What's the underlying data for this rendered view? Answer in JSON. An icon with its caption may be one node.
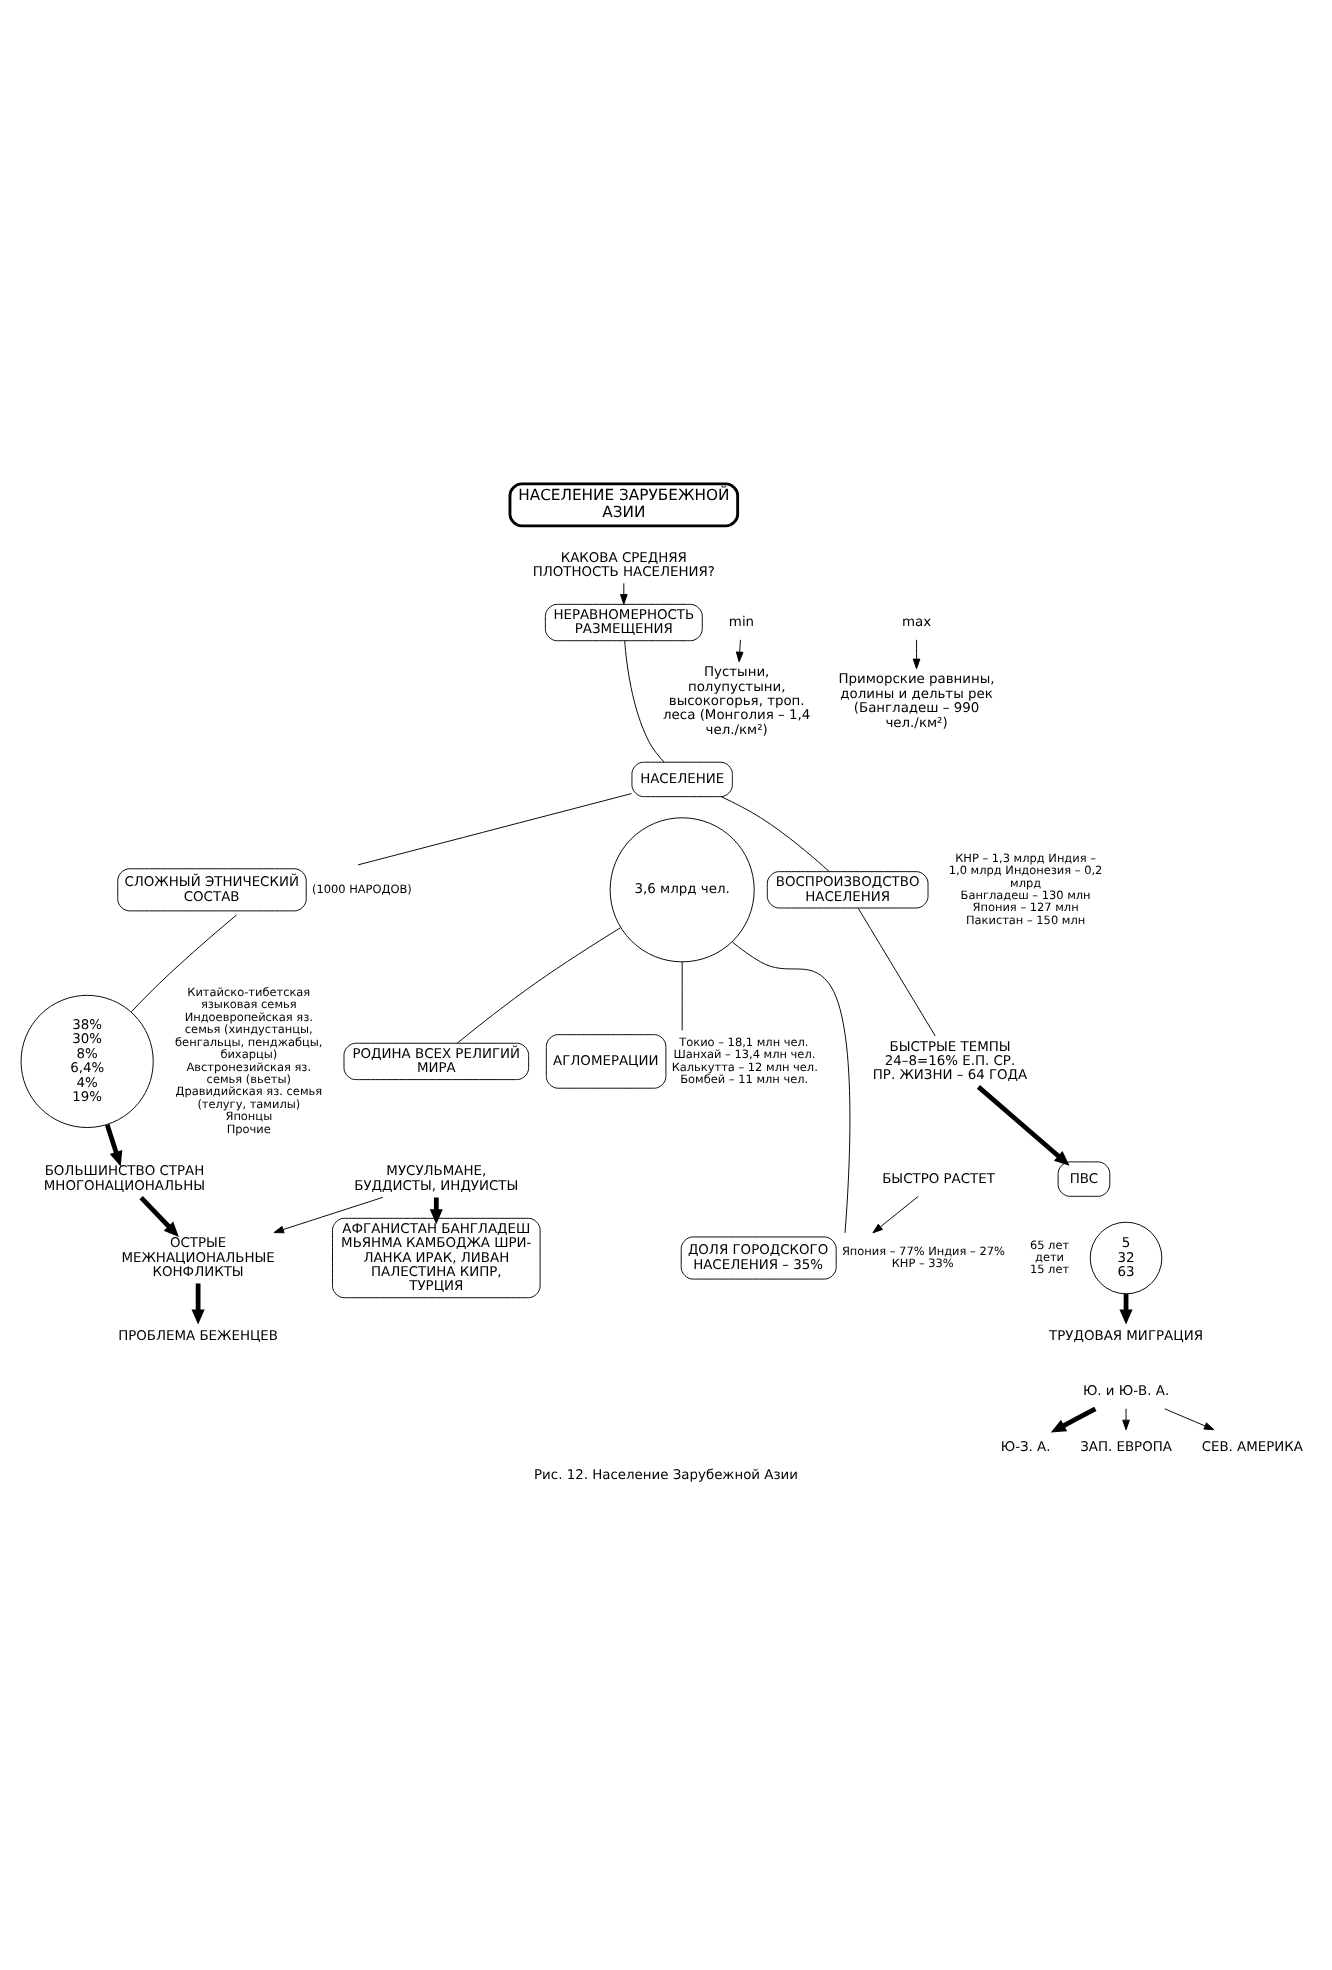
{
  "diagram": {
    "caption": "Рис. 12. Население Зарубежной Азии",
    "nodes": [
      {
        "text": [
          "НАСЕЛЕНИЕ ЗАРУБЕЖНОЙ АЗИИ"
        ]
      },
      {
        "text": [
          "КАКОВА СРЕДНЯЯ ПЛОТНОСТЬ НАСЕЛЕНИЯ?"
        ]
      },
      {
        "text": [
          "НЕРАВНОМЕРНОСТЬ РАЗМЕЩЕНИЯ"
        ]
      },
      {
        "text": [
          "max"
        ]
      },
      {
        "text": [
          "min"
        ]
      },
      {
        "text": [
          "Приморские равнины, долины и дельты рек (Бангладеш – 990 чел./км²)"
        ]
      },
      {
        "text": [
          "Пустыни, полупустыни, высокогорья, троп. леса (Монголия – 1,4 чел./км²)"
        ]
      },
      {
        "text": [
          "НАСЕЛЕНИЕ"
        ]
      },
      {
        "text": [
          "ВОСПРОИЗВОДСТВО НАСЕЛЕНИЯ"
        ]
      },
      {
        "text": [
          "СЛОЖНЫЙ ЭТНИЧЕСКИЙ СОСТАВ"
        ],
        "beside": [
          "(1000 НАРОДОВ)"
        ]
      },
      {
        "text": [
          "3,6 млрд чел."
        ],
        "beside": [
          "КНР – 1,3 млрд Индия – 1,0 млрд Индонезия – 0,2 млрд",
          "Бангладеш – 130 млн Япония – 127 млн Пакистан – 150 млн"
        ]
      },
      {
        "text": [
          "ДОЛЯ ГОРОДСКОГО НАСЕЛЕНИЯ – 35%"
        ],
        "beside": [
          "Япония – 77% Индия – 27% КНР – 33%"
        ]
      },
      {
        "text": [
          "АГЛОМЕРАЦИИ"
        ],
        "beside": [
          "Токио – 18,1 млн чел. Шанхай – 13,4 млн чел. Калькутта – 12 млн чел. Бомбей – 11 млн чел."
        ]
      },
      {
        "text": [
          "РОДИНА ВСЕХ РЕЛИГИЙ МИРА"
        ]
      },
      {
        "text": [
          "БЫСТРЫЕ ТЕМПЫ 24–8=16% Е.П. СР. ПР. ЖИЗНИ – 64 ГОДА"
        ]
      },
      {
        "text": [
          "ПВС"
        ]
      },
      {
        "text": [
          "5",
          "32",
          "63"
        ],
        "beside": [
          "65 лет",
          "дети",
          "15 лет"
        ]
      },
      {
        "text": [
          "ТРУДОВАЯ МИГРАЦИЯ"
        ]
      },
      {
        "text": [
          "Ю. и Ю-В. А."
        ]
      },
      {
        "text": [
          "Ю-З. А."
        ]
      },
      {
        "text": [
          "ЗАП. ЕВРОПА"
        ]
      },
      {
        "text": [
          "СЕВ. АМЕРИКА"
        ]
      },
      {
        "text": [
          "БЫСТРО РАСТЕТ"
        ]
      },
      {
        "text": [
          "38%",
          "30%",
          "8%",
          "6,4%",
          "4%",
          "19%"
        ],
        "beside": [
          "Китайско-тибетская языковая семья",
          "Индоевропейская яз. семья (хиндустанцы, бенгальцы, пенджабцы, бихарцы)",
          "Австронезийская яз. семья (вьеты)",
          "Дравидийская яз. семья (телугу, тамилы)",
          "Японцы",
          "Прочие"
        ]
      },
      {
        "text": [
          "БОЛЬШИНСТВО СТРАН МНОГОНАЦИОНАЛЬНЫ"
        ]
      },
      {
        "text": [
          "ОСТРЫЕ МЕЖНАЦИОНАЛЬНЫЕ КОНФЛИКТЫ"
        ]
      },
      {
        "text": [
          "ПРОБЛЕМА БЕЖЕНЦЕВ"
        ]
      },
      {
        "text": [
          "МУСУЛЬМАНЕ, БУДДИСТЫ, ИНДУИСТЫ"
        ]
      },
      {
        "text": [
          "АФГАНИСТАН БАНГЛАДЕШ МЬЯНМА КАМБОДЖА ШРИ-ЛАНКА ИРАК, ЛИВАН ПАЛЕСТИНА КИПР, ТУРЦИЯ"
        ]
      }
    ],
    "edges": [
      {
        "from": 1,
        "to": 2,
        "arrow": "to"
      },
      {
        "from": 3,
        "to": 5,
        "arrow": "to"
      },
      {
        "from": 4,
        "to": 6,
        "arrow": "to"
      },
      {
        "from": 2,
        "to": 7,
        "arrow": "none"
      },
      {
        "from": 7,
        "to": 8,
        "arrow": "none"
      },
      {
        "from": 7,
        "to": 9,
        "arrow": "none"
      },
      {
        "from": 10,
        "to": 11,
        "arrow": "none"
      },
      {
        "from": 10,
        "to": 12,
        "arrow": "none"
      },
      {
        "from": 10,
        "to": 13,
        "arrow": "none"
      },
      {
        "from": 8,
        "to": 14,
        "arrow": "none"
      },
      {
        "from": 14,
        "to": 15,
        "arrow": "to",
        "style": "thick"
      },
      {
        "from": 16,
        "to": 17,
        "arrow": "to",
        "style": "thick"
      },
      {
        "from": 18,
        "to": 19,
        "arrow": "to",
        "style": "thick"
      },
      {
        "from": 18,
        "to": 20,
        "arrow": "to"
      },
      {
        "from": 18,
        "to": 21,
        "arrow": "to"
      },
      {
        "from": 22,
        "to": 11,
        "arrow": "to"
      },
      {
        "from": 9,
        "to": 23,
        "arrow": "none"
      },
      {
        "from": 23,
        "to": 24,
        "arrow": "to",
        "style": "thick"
      },
      {
        "from": 24,
        "to": 25,
        "arrow": "to",
        "style": "thick"
      },
      {
        "from": 25,
        "to": 26,
        "arrow": "to",
        "style": "thick"
      },
      {
        "from": 27,
        "to": 25,
        "arrow": "to"
      },
      {
        "from": 27,
        "to": 28,
        "arrow": "to",
        "style": "thick"
      }
    ]
  }
}
